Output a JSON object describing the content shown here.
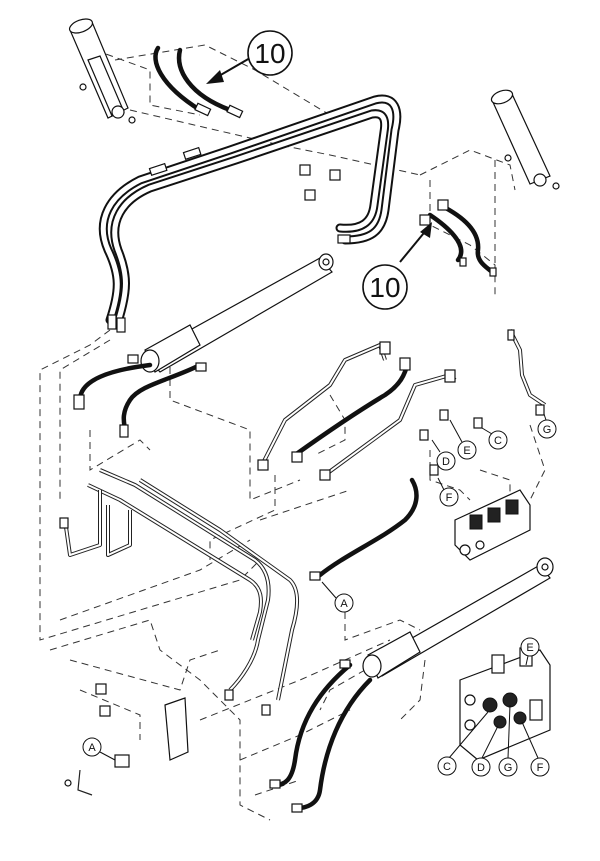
{
  "callouts": {
    "upper_left_ref": "10",
    "upper_right_ref": "10",
    "port_a_main": "A",
    "port_a_lower": "A",
    "port_d_upper": "D",
    "port_e_upper": "E",
    "port_c_upper": "C",
    "port_g_upper": "G",
    "port_f_upper": "F",
    "valve_e": "E",
    "valve_c": "C",
    "valve_d": "D",
    "valve_g": "G",
    "valve_f": "F"
  }
}
